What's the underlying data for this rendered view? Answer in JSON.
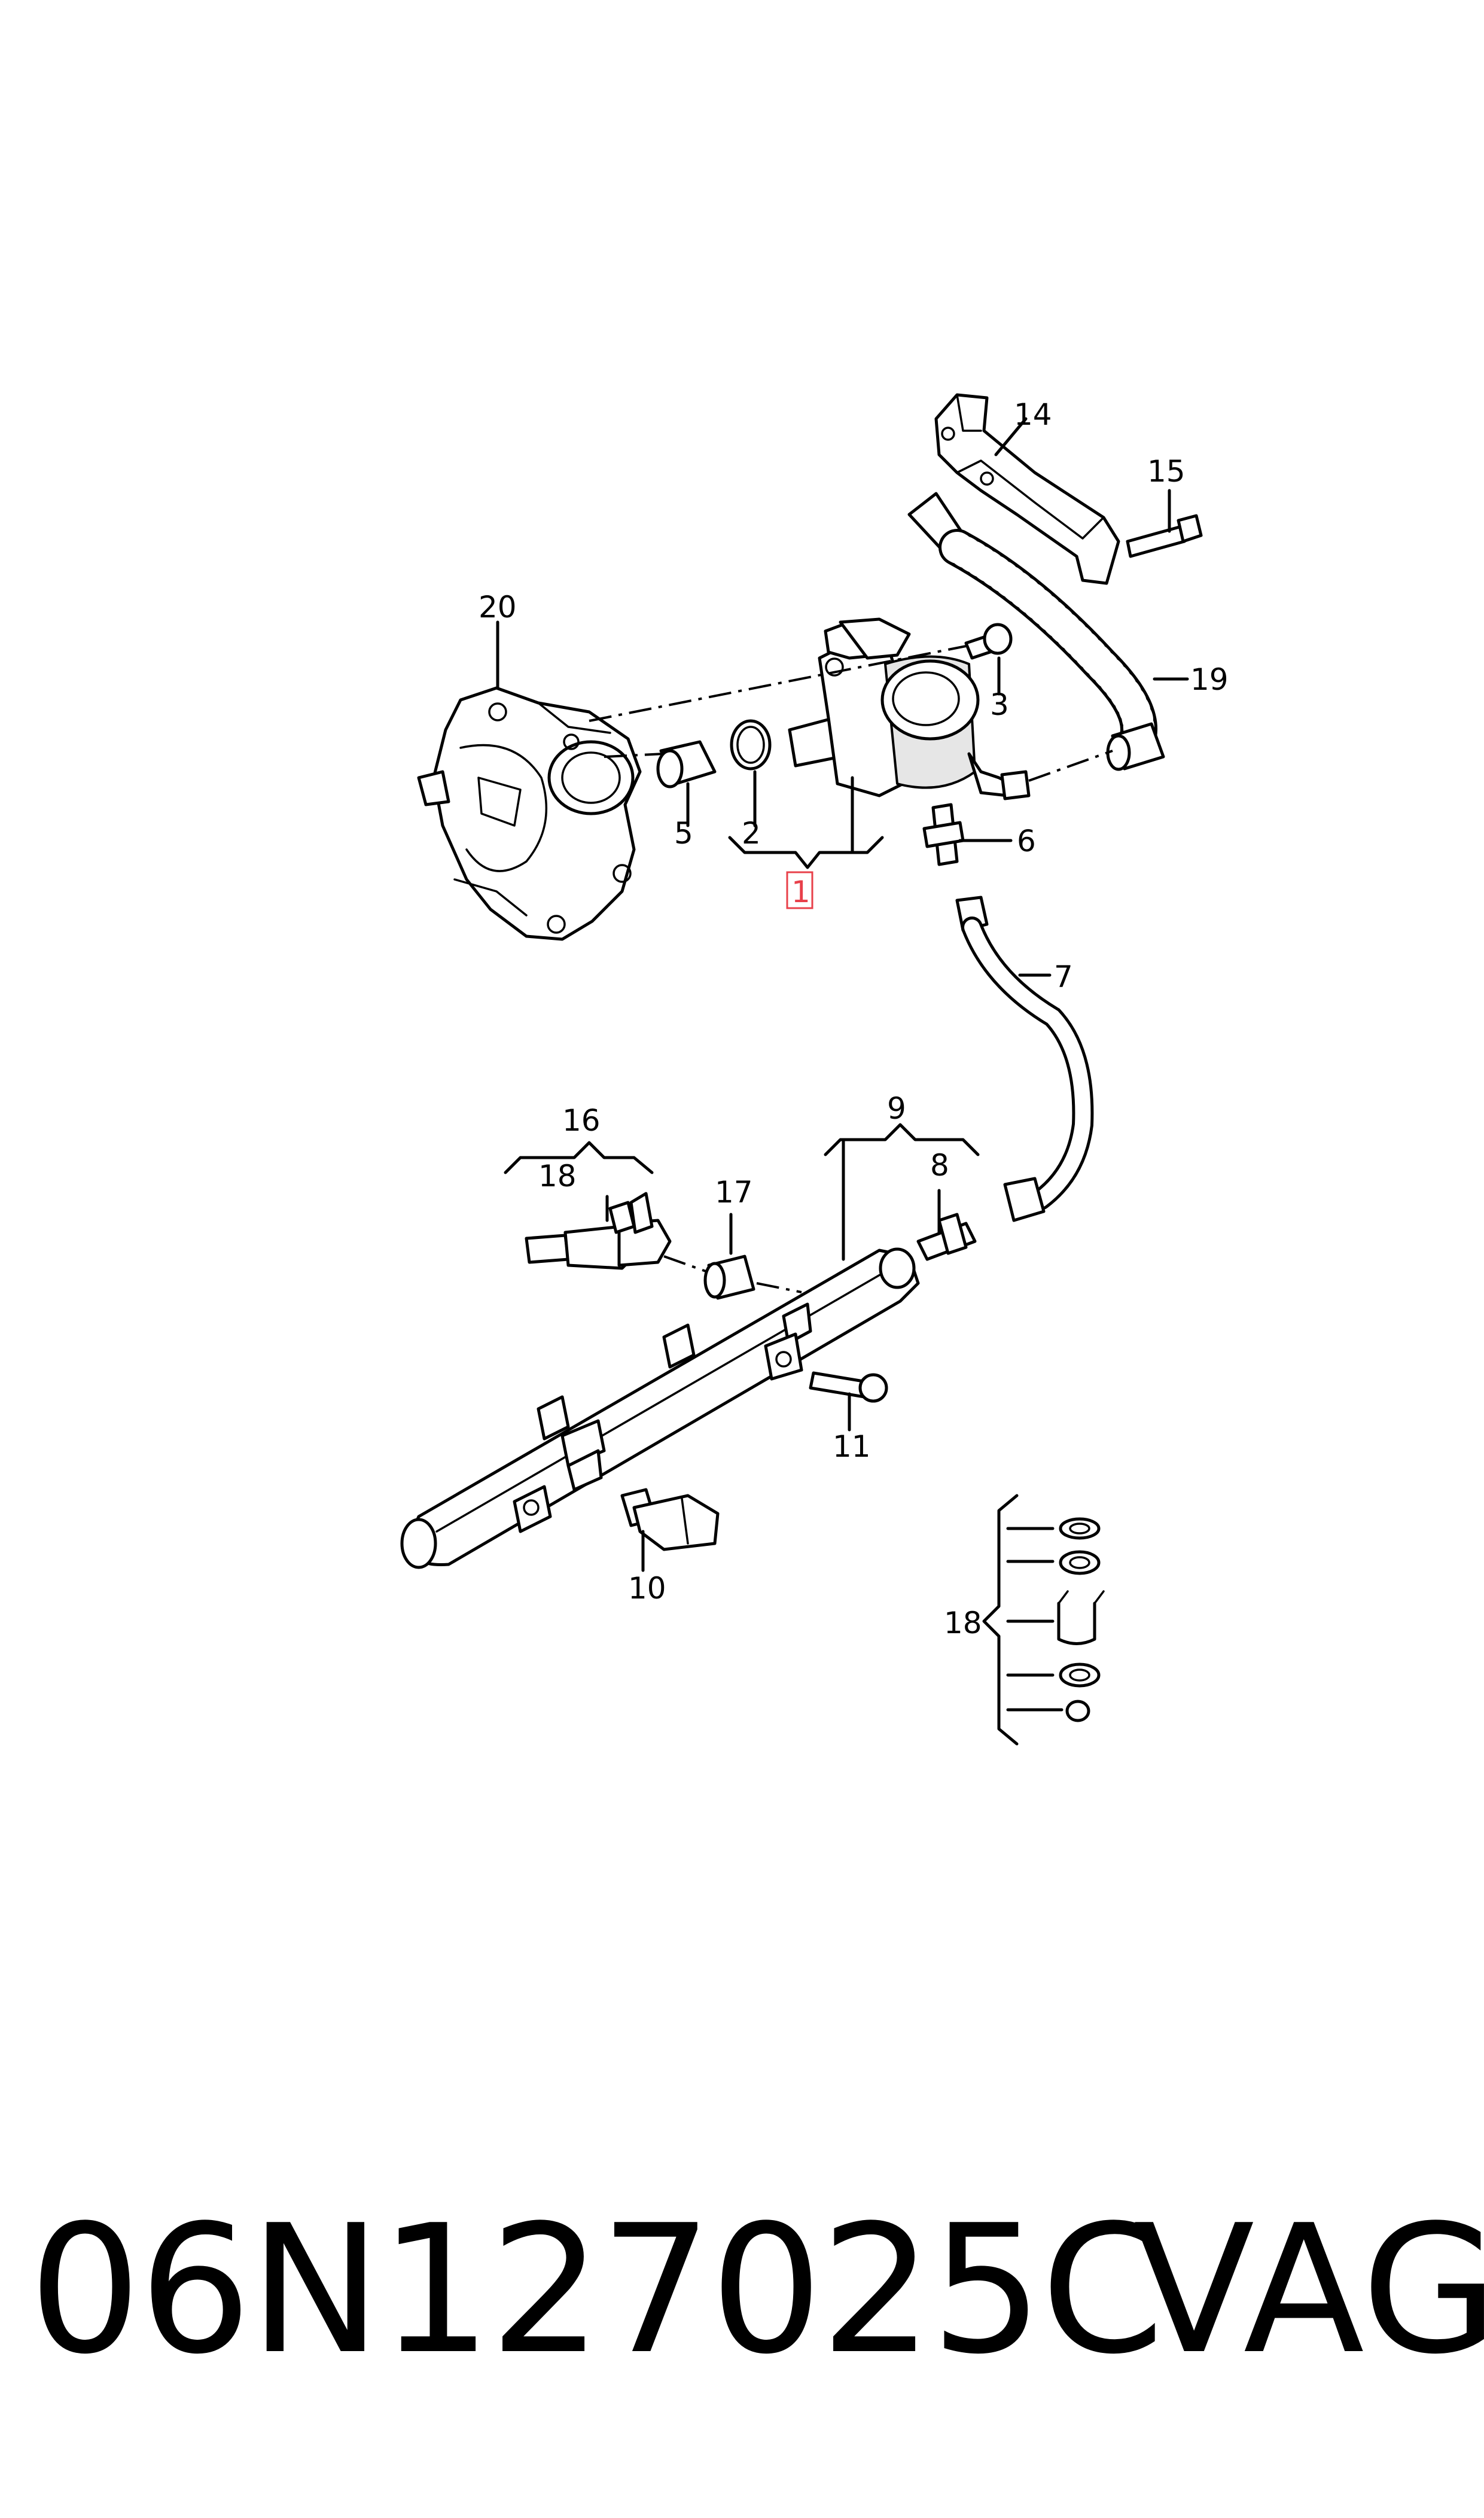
{
  "labels": {
    "l1": "1",
    "l2": "2",
    "l3": "3",
    "l5": "5",
    "l6": "6",
    "l7": "7",
    "l8": "8",
    "l9": "9",
    "l10": "10",
    "l11": "11",
    "l14": "14",
    "l15": "15",
    "l16": "16",
    "l17": "17",
    "l18a": "18",
    "l18b": "18",
    "l19": "19",
    "l20": "20"
  },
  "footer": {
    "part_number": "06N127025C",
    "brand": "VAG"
  },
  "highlight_color": "#e8404a"
}
